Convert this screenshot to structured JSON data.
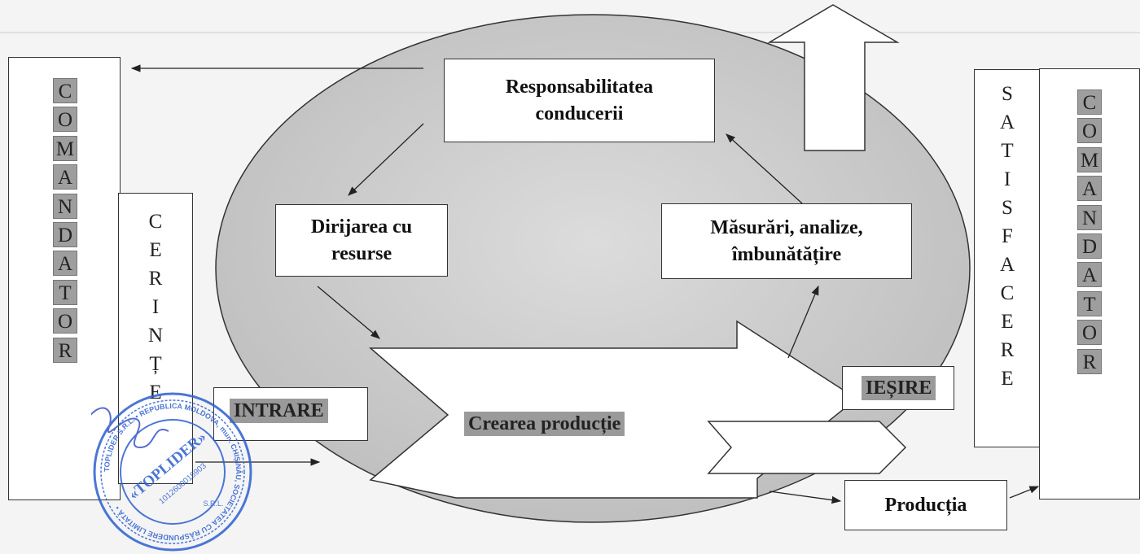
{
  "diagram": {
    "left_customer": {
      "letters": [
        "C",
        "O",
        "M",
        "A",
        "N",
        "D",
        "A",
        "T",
        "O",
        "R"
      ]
    },
    "right_customer": {
      "letters": [
        "C",
        "O",
        "M",
        "A",
        "N",
        "D",
        "A",
        "T",
        "O",
        "R"
      ]
    },
    "requirements": {
      "letters": [
        "C",
        "E",
        "R",
        "I",
        "N",
        "Ț",
        "E"
      ]
    },
    "satisfaction": {
      "letters": [
        "S",
        "A",
        "T",
        "I",
        "S",
        "F",
        "A",
        "C",
        "E",
        "R",
        "E"
      ]
    },
    "management_responsibility": "Responsabilitatea\nconducerii",
    "resource_management": "Dirijarea cu\nresurse",
    "measurement_analysis": "Măsurări, analize,\nîmbunătățire",
    "input_label": "INTRARE",
    "output_label": "IEȘIRE",
    "product_realization": "Crearea producție",
    "product": "Producția"
  },
  "stamp": {
    "center_text": "«TOPLIDER»",
    "ring_text": "TOPLIDER S.R.L. • REPUBLICA MOLDOVA, mun. CHIȘINĂU, SOCIETATEA CU RĂSPUNDERE LIMITATĂ •",
    "idno": "1012600015903",
    "suffix": "S.R.L."
  }
}
